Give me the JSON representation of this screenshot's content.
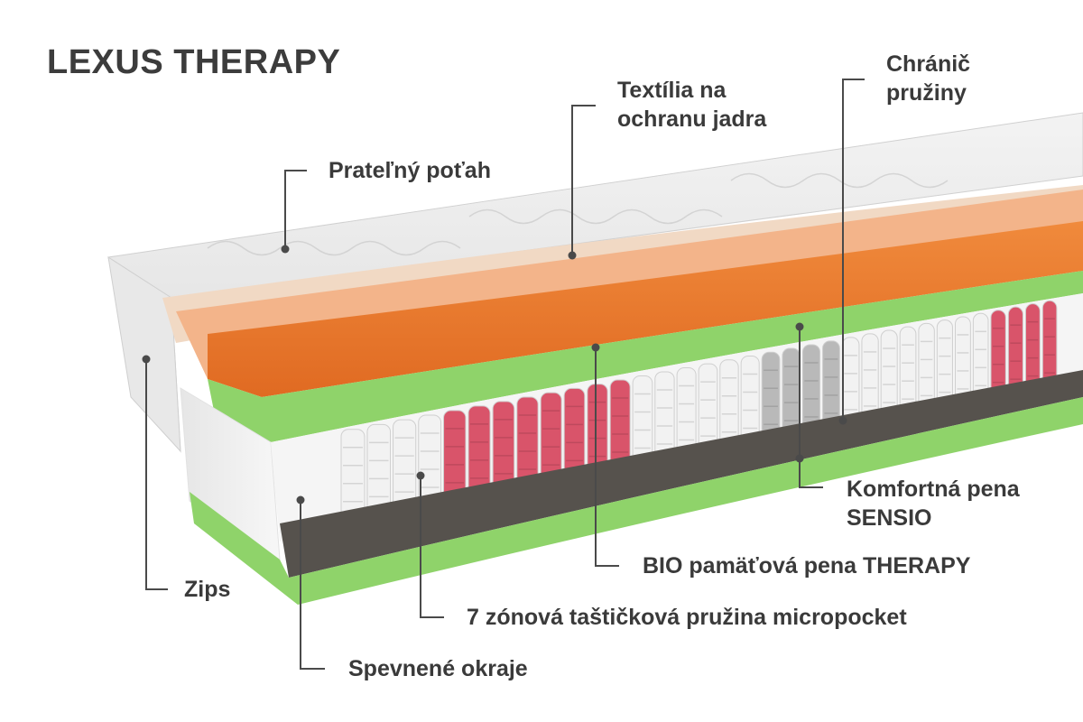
{
  "title": "LEXUS THERAPY",
  "labels": {
    "cover": "Prateľný poťah",
    "textile_line1": "Textília na",
    "textile_line2": "ochranu jadra",
    "spring_guard_line1": "Chránič",
    "spring_guard_line2": "pružiny",
    "comfort_foam_line1": "Komfortná pena",
    "comfort_foam_line2": "SENSIO",
    "memory_foam": "BIO pamäťová pena THERAPY",
    "pocket_spring": "7 zónová taštičková pružina micropocket",
    "zip": "Zips",
    "edges": "Spevnené okraje"
  },
  "colors": {
    "orange_foam": "#e8722a",
    "green_foam": "#8fd36a",
    "grey_felt": "#56524d",
    "pink_springs": "#d9546a",
    "white_springs": "#f2f2f2",
    "text": "#3a3a3a",
    "leader_line": "#4a4a4a"
  }
}
